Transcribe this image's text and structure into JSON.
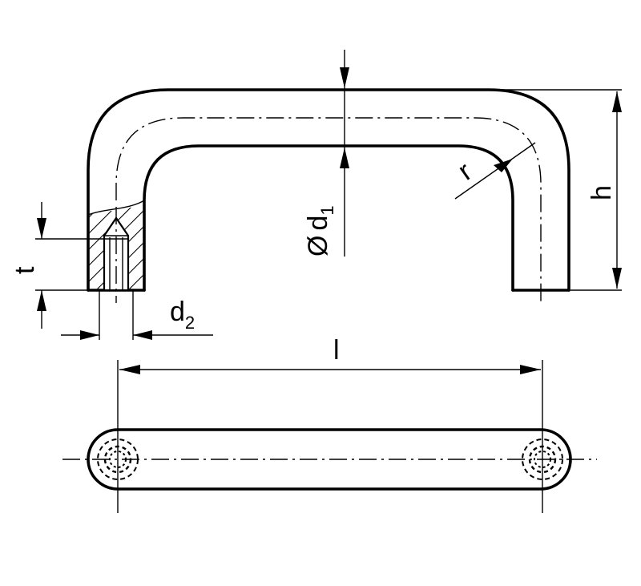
{
  "diagram": {
    "labels": {
      "diameter_symbol": "Ø",
      "diameter_letter": "d",
      "diameter_sub": "1",
      "height": "h",
      "radius": "r",
      "depth": "t",
      "thread_letter": "d",
      "thread_sub": "2",
      "length": "l"
    }
  }
}
